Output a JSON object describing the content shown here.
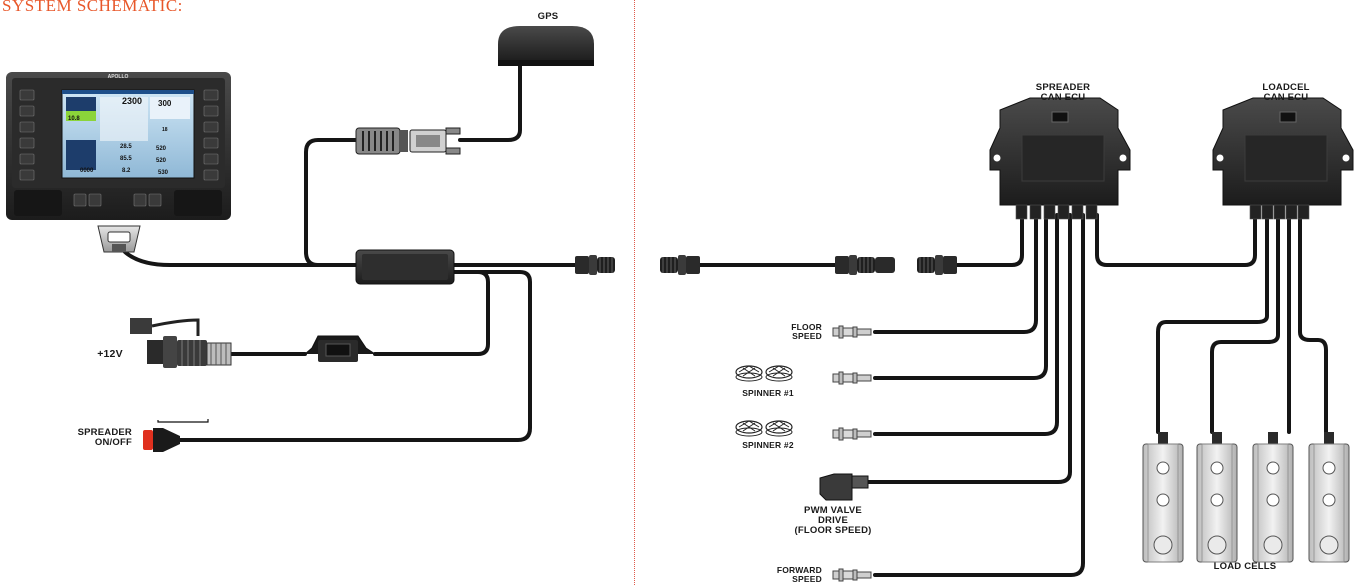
{
  "title": "SYSTEM SCHEMATIC:",
  "display": {
    "brand": "APOLLO",
    "readings": [
      "2300",
      "300",
      "10.8",
      "28.5",
      "85.5",
      "8.2",
      "520",
      "520",
      "530",
      "0000",
      "18"
    ]
  },
  "labels": {
    "gps": "GPS",
    "spreader_ecu": [
      "SPREADER",
      "CAN ECU"
    ],
    "loadcel_ecu": [
      "LOADCEL",
      "CAN ECU"
    ],
    "power": "+12V",
    "spreader_switch": [
      "SPREADER",
      "ON/OFF"
    ],
    "floor_speed": [
      "FLOOR",
      "SPEED"
    ],
    "spinner_1": "SPINNER #1",
    "spinner_2": "SPINNER #2",
    "pwm_valve": [
      "PWM VALVE",
      "DRIVE",
      "(FLOOR SPEED)"
    ],
    "forward_speed": [
      "FORWARD",
      "SPEED"
    ],
    "load_cells": "LOAD CELLS"
  }
}
